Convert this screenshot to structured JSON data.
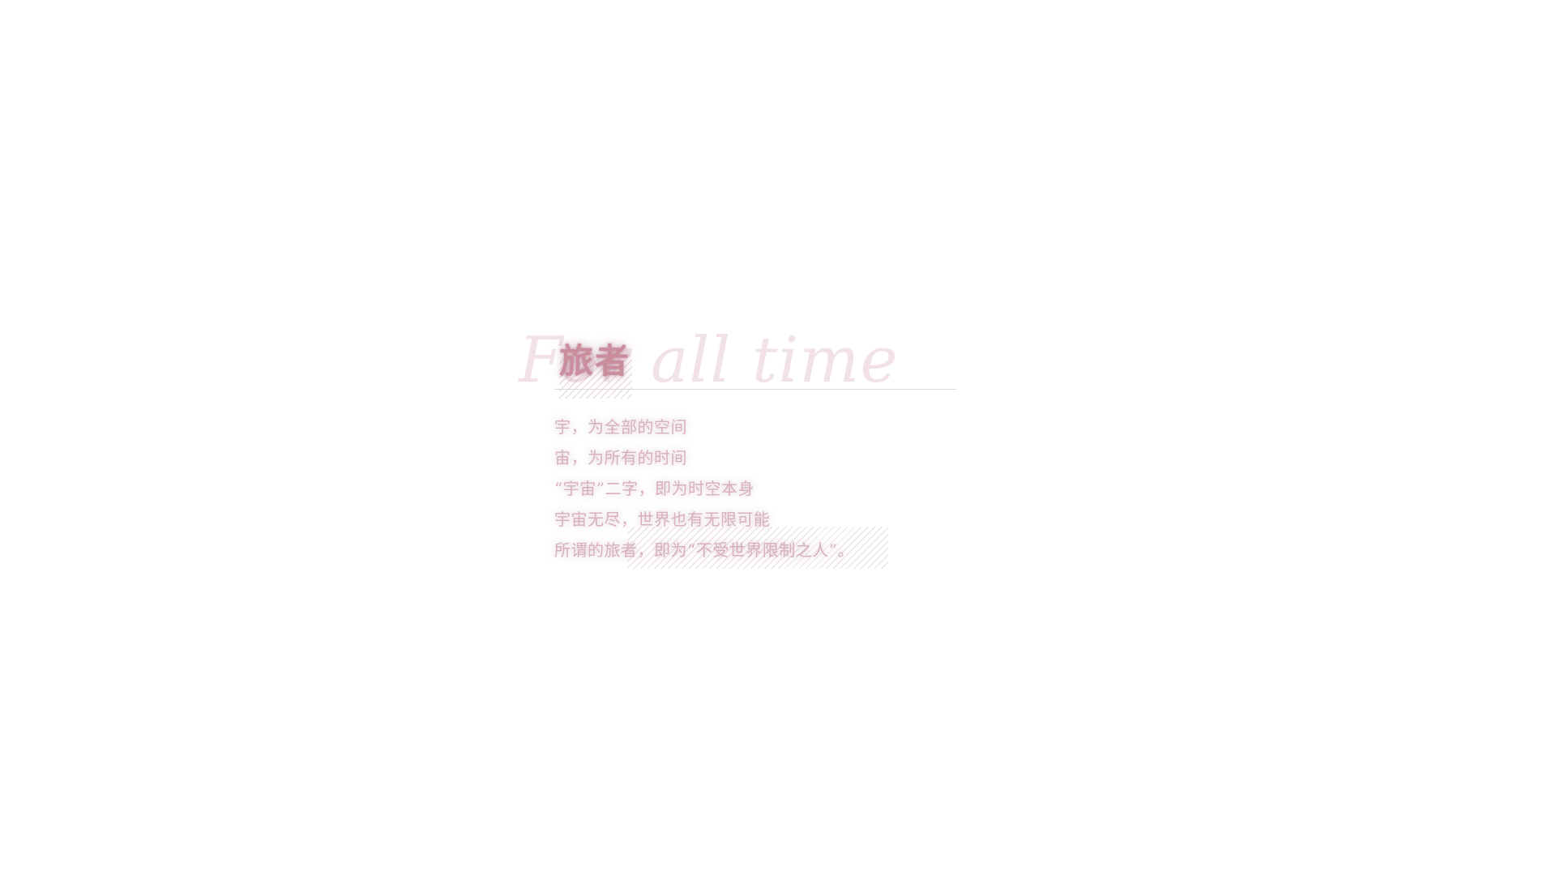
{
  "hero": {
    "script_text": "For all time",
    "title": "旅者",
    "lines": [
      "宇，为全部的空间",
      "宙，为所有的时间",
      "“宇宙”二字，即为时空本身",
      "宇宙无尽，世界也有无限可能",
      "所谓的旅者，即为“不受世界限制之人”。"
    ]
  },
  "colors": {
    "title": "#c98d9e",
    "body_text": "#d6acba",
    "script_text": "#d7a5b6",
    "divider": "#cdcdd2",
    "background": "#ffffff"
  }
}
